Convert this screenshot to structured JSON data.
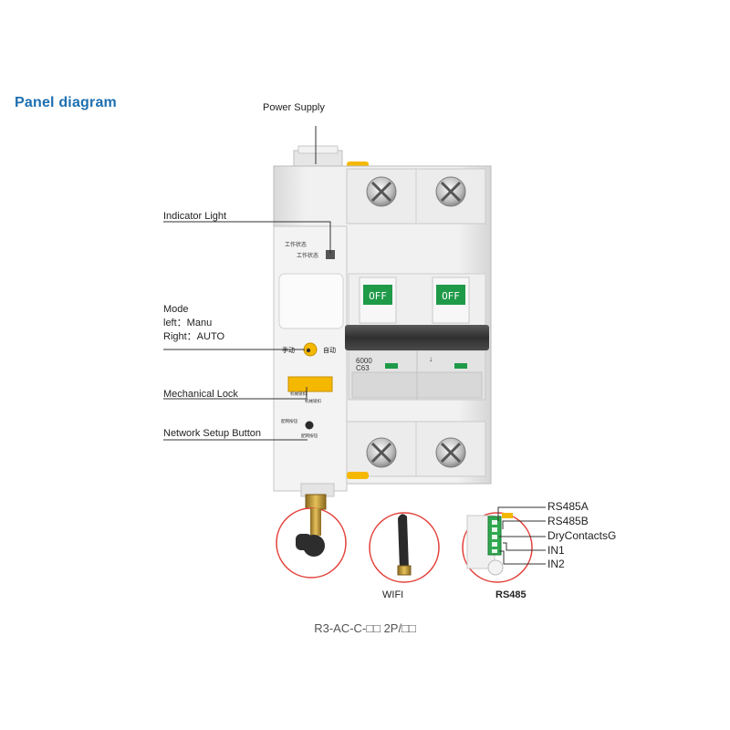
{
  "title": "Panel diagram",
  "labels": {
    "power_supply": "Power Supply",
    "indicator_light": "Indicator Light",
    "mode_title": "Mode",
    "mode_left": "left：Manu",
    "mode_right": "Right：AUTO",
    "mechanical_lock": "Mechanical Lock",
    "network_setup_button": "Network Setup Button"
  },
  "device": {
    "status_text_1": "工作状态",
    "status_text_2": "工作状态",
    "switch_left_text": "OFF",
    "switch_right_text": "OFF",
    "mode_manual_cn": "手动",
    "mode_auto_cn": "自动",
    "lock_text_1": "机械锁扣",
    "lock_text_2": "机械锁扣",
    "net_text_1": "配网按钮",
    "net_text_2": "配网按钮",
    "rating_1": "6000",
    "rating_2": "C63"
  },
  "rs485_terminals": [
    "RS485A",
    "RS485B",
    "DryContactsG",
    "IN1",
    "IN2"
  ],
  "captions": {
    "wifi": "WIFI",
    "rs485": "RS485"
  },
  "model": "R3-AC-C-□□ 2P/□□",
  "colors": {
    "title": "#1d6fb0",
    "switch_green": "#1f9a48",
    "callout_red": "#e2403a",
    "handle_black": "#3a3a3a",
    "accent_yellow": "#f5b800"
  }
}
